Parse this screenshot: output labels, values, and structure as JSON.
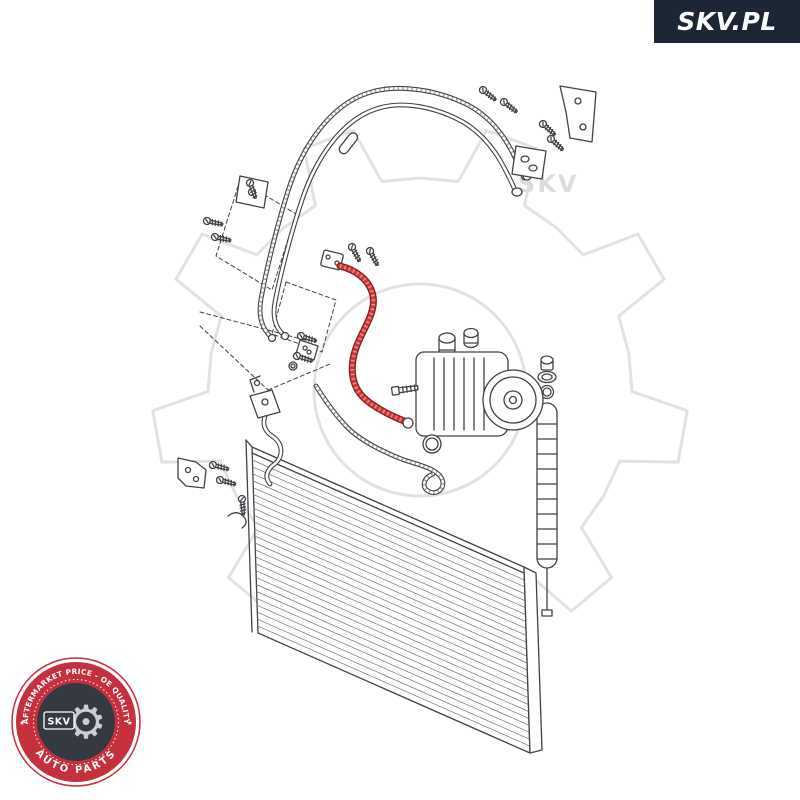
{
  "brand": {
    "logo_text": "SKV.PL"
  },
  "watermark": {
    "text": "SKV"
  },
  "badge": {
    "arc_top": "AFTERMARKET PRICE - OE QUALITY",
    "arc_bottom": "AUTO PARTS",
    "center_label": "SKV",
    "separator": "★",
    "gear_glyph": "⚙"
  },
  "colors": {
    "brand-navy": "#1d2634",
    "badge-red": "#c5303c",
    "badge-inner": "#343a40",
    "hose-red": "#cf3a3a",
    "line": "#3f4347",
    "watermark-gray": "#e2e2e2"
  }
}
